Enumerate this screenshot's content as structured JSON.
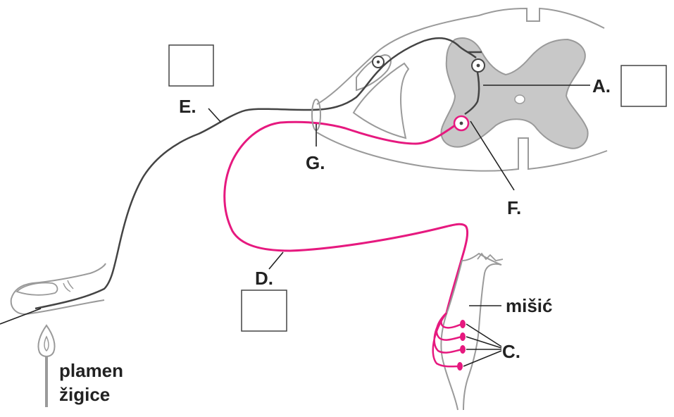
{
  "labels": {
    "a": "A.",
    "c": "C.",
    "d": "D.",
    "e": "E.",
    "f": "F.",
    "g": "G.",
    "muscle": "mišić",
    "flame_line1": "plamen",
    "flame_line2": "žigice"
  },
  "colors": {
    "sensory_neuron": "#444444",
    "motor_neuron": "#e6197f",
    "gray_matter": "#c8c8c8",
    "outline": "#9a9a9a",
    "label_text": "#222222"
  }
}
